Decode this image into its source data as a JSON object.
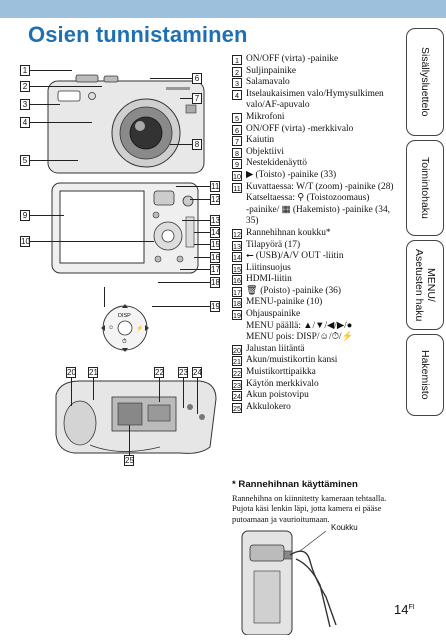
{
  "title": "Osien tunnistaminen",
  "tabs": [
    {
      "label": "Sisällysluettelo"
    },
    {
      "label": "Toimintohaku"
    },
    {
      "label": "MENU/\nAsetusten haku"
    },
    {
      "label": "Hakemisto"
    }
  ],
  "figure_numbers": [
    "1",
    "2",
    "3",
    "4",
    "5",
    "6",
    "7",
    "8",
    "9",
    "10",
    "11",
    "12",
    "13",
    "14",
    "15",
    "16",
    "17",
    "18",
    "19",
    "20",
    "21",
    "22",
    "23",
    "24",
    "25"
  ],
  "items": [
    {
      "n": "1",
      "text": "ON/OFF (virta) -painike"
    },
    {
      "n": "2",
      "text": "Suljinpainike"
    },
    {
      "n": "3",
      "text": "Salamavalo"
    },
    {
      "n": "4",
      "text": "Itselaukaisimen valo/Hymysulkimen\nvalo/AF-apuvalo"
    },
    {
      "n": "5",
      "text": "Mikrofoni"
    },
    {
      "n": "6",
      "text": "ON/OFF (virta) -merkkivalo"
    },
    {
      "n": "7",
      "text": "Kaiutin"
    },
    {
      "n": "8",
      "text": "Objektiivi"
    },
    {
      "n": "9",
      "text": "Nestekidenäyttö"
    },
    {
      "n": "10",
      "text": "▶ (Toisto) -painike (33)"
    },
    {
      "n": "11",
      "text": "Kuvattaessa: W/T (zoom) -painike (28)\nKatseltaessa: ⚲ (Toistozoomaus)\n-painike/ ▦ (Hakemisto) -painike (34,\n35)"
    },
    {
      "n": "12",
      "text": "Rannehihnan koukku*"
    },
    {
      "n": "13",
      "text": "Tilapyörä (17)"
    },
    {
      "n": "14",
      "text": "⭠ (USB)/A/V OUT -liitin"
    },
    {
      "n": "15",
      "text": "Liitinsuojus"
    },
    {
      "n": "16",
      "text": "HDMI-liitin"
    },
    {
      "n": "17",
      "text": "🗑 (Poisto) -painike (36)"
    },
    {
      "n": "18",
      "text": "MENU-painike (10)"
    },
    {
      "n": "19",
      "text": "Ohjauspainike\nMENU päällä: ▲/▼/◀/▶/●\nMENU pois: DISP/☺/⏱/⚡"
    },
    {
      "n": "20",
      "text": "Jalustan liitäntä"
    },
    {
      "n": "21",
      "text": "Akun/muistikortin kansi"
    },
    {
      "n": "22",
      "text": "Muistikorttipaikka"
    },
    {
      "n": "23",
      "text": "Käytön merkkivalo"
    },
    {
      "n": "24",
      "text": "Akun poistovipu"
    },
    {
      "n": "25",
      "text": "Akkulokero"
    }
  ],
  "note": {
    "heading": "* Rannehihnan käyttäminen",
    "body": "Rannehihna on kiinnitetty kameraan tehtaalla. Pujota käsi lenkin läpi, jotta kamera ei pääse putoamaan ja vaurioitumaan.",
    "callout": "Koukku"
  },
  "dial_labels": {
    "top": "DISP",
    "bottom": "⏱",
    "right": "⚡",
    "left": "☺"
  },
  "page": {
    "number": "14",
    "suffix": "FI"
  },
  "colors": {
    "title": "#1e6fb3",
    "topbar": "#9dc0dc"
  }
}
